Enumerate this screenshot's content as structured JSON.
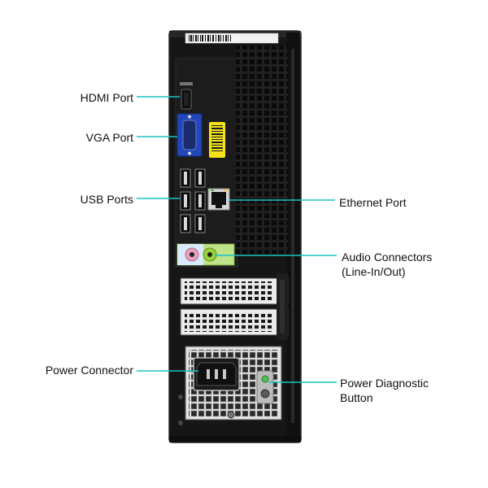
{
  "labels": {
    "hdmi": "HDMI Port",
    "vga": "VGA Port",
    "usb": "USB Ports",
    "power_connector": "Power Connector",
    "ethernet": "Ethernet Port",
    "audio_line1": "Audio Connectors",
    "audio_line2": "(Line-In/Out)",
    "diag_line1": "Power Diagnostic",
    "diag_line2": "Button"
  },
  "colors": {
    "leader_line": "#19c3c3",
    "chassis": "#151515",
    "vga_blue": "#2346b8",
    "sticker_yellow": "#f4e21a",
    "audio_green": "#9bd13c",
    "audio_pink": "#e8a0c0",
    "audio_blue": "#5aa7e0",
    "psu_fan_metal": "#c9c9c9"
  }
}
